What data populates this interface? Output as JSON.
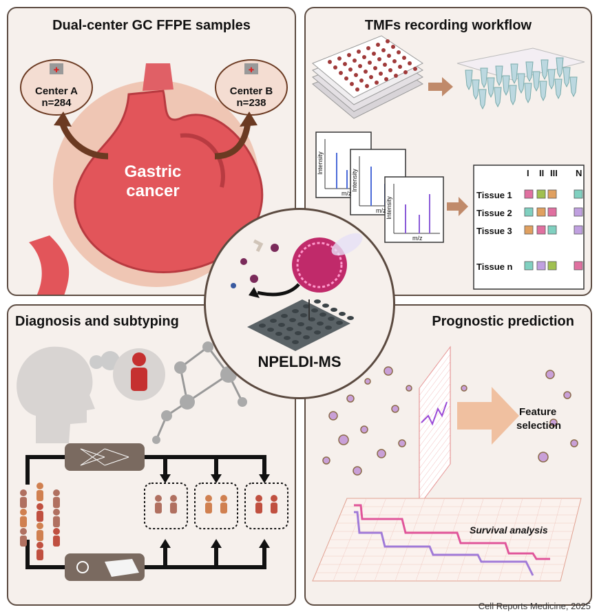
{
  "panels": {
    "top_left": {
      "title": "Dual-center GC FFPE samples",
      "center_a": {
        "name": "Center A",
        "n": "n=284"
      },
      "center_b": {
        "name": "Center B",
        "n": "n=238"
      },
      "organ_label_1": "Gastric",
      "organ_label_2": "cancer"
    },
    "top_right": {
      "title": "TMFs recording workflow",
      "spectrum_ylabel": "Intensity",
      "spectrum_xlabel": "m/z",
      "matrix_cols": [
        "I",
        "II",
        "III",
        "N"
      ],
      "matrix_rows": [
        "Tissue 1",
        "Tissue 2",
        "Tissue 3",
        "Tissue n"
      ]
    },
    "bottom_left": {
      "title": "Diagnosis and subtyping"
    },
    "bottom_right": {
      "title": "Prognostic prediction",
      "feature_label_1": "Feature",
      "feature_label_2": "selection",
      "survival_label": "Survival analysis"
    },
    "center": {
      "label": "NPELDI-MS"
    }
  },
  "footer": "Cell Reports Medicine, 2025",
  "colors": {
    "panel_bg": "#f6f0ec",
    "border": "#5b4a40",
    "stomach": "#e2555a",
    "arrow": "#6b3a22",
    "pink_line": "#e0559a",
    "purple_line": "#a07ad8"
  }
}
